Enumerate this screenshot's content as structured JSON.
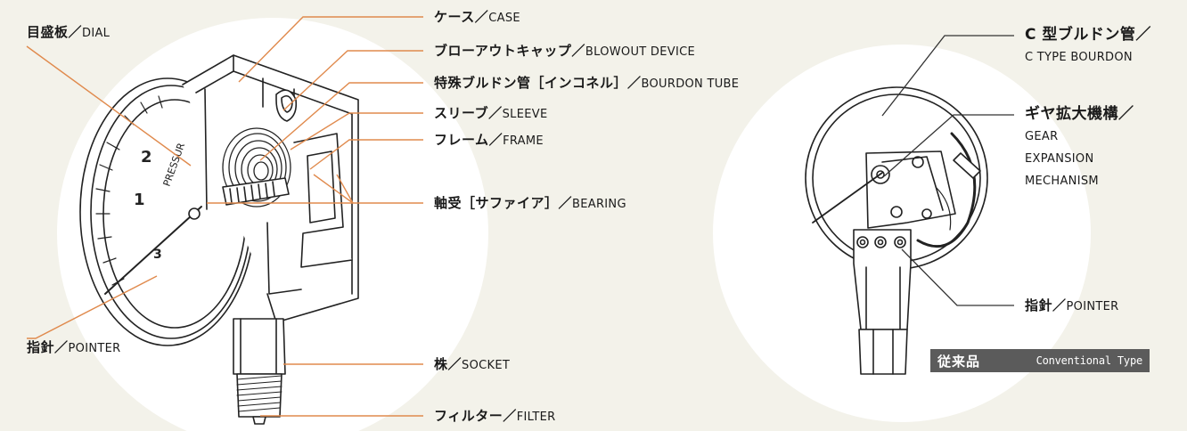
{
  "colors": {
    "background": "#f3f2ea",
    "spotlight": "#ffffff",
    "leader_orange": "#e08a4d",
    "leader_dark": "#333333",
    "tag_bg": "#5b5b5b",
    "line_art": "#222222"
  },
  "left_labels": {
    "dial": {
      "jp": "目盛板",
      "sep": "／",
      "en": "DIAL"
    },
    "pointer": {
      "jp": "指針",
      "sep": "／",
      "en": "POINTER"
    }
  },
  "right_labels": {
    "case": {
      "jp": "ケース",
      "sep": "／",
      "en": "CASE"
    },
    "blowout": {
      "jp": "ブローアウトキャップ",
      "sep": "／",
      "en": "BLOWOUT DEVICE"
    },
    "bourdon": {
      "jp": "特殊ブルドン管［インコネル］",
      "sep": "／",
      "en": "BOURDON TUBE"
    },
    "sleeve": {
      "jp": "スリーブ",
      "sep": "／",
      "en": "SLEEVE"
    },
    "frame": {
      "jp": "フレーム",
      "sep": "／",
      "en": "FRAME"
    },
    "bearing": {
      "jp": "軸受［サファイア］",
      "sep": "／",
      "en": "BEARING"
    },
    "socket": {
      "jp": "株",
      "sep": "／",
      "en": "SOCKET"
    },
    "filter": {
      "jp": "フィルター",
      "sep": "／",
      "en": "FILTER"
    }
  },
  "conventional_labels": {
    "c_bourdon": {
      "jp": "C 型ブルドン管／",
      "en": "C TYPE BOURDON"
    },
    "gear": {
      "jp": "ギヤ拡大機構／",
      "en1": "GEAR",
      "en2": "EXPANSION",
      "en3": "MECHANISM"
    },
    "pointer": {
      "jp": "指針",
      "sep": "／",
      "en": "POINTER"
    }
  },
  "dial_text": {
    "n1": "1",
    "n2": "2",
    "n3": "3",
    "pressure": "PRESSUR"
  },
  "tag": {
    "jp": "従来品",
    "en": "Conventional Type"
  }
}
